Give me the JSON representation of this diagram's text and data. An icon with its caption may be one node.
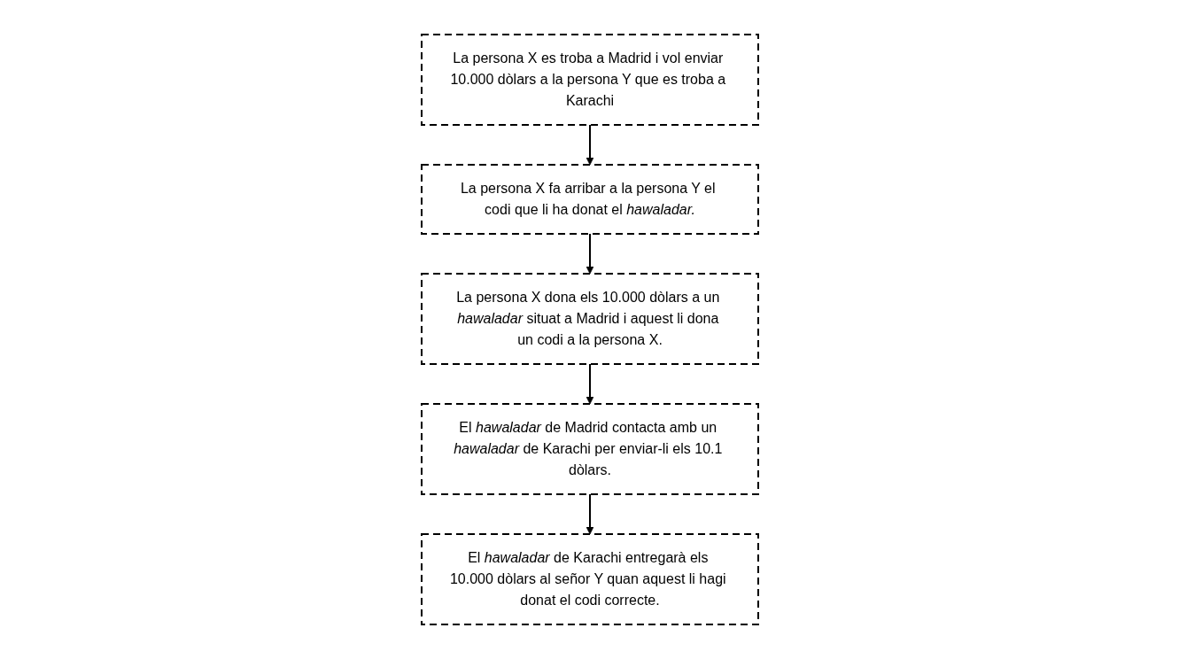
{
  "diagram": {
    "nodes": [
      {
        "text": [
          "La persona X es troba a Madrid i vol enviar 10.000 dòlars a la persona Y que es troba a Karachi"
        ]
      },
      {
        "text": [
          "La persona X fa arribar a la persona Y el codi que li ha donat el *hawaladar.*"
        ]
      },
      {
        "text": [
          "La persona X dona els 10.000 dòlars a un *hawaladar* situat a Madrid i aquest li dona un codi a la persona X."
        ]
      },
      {
        "text": [
          "El *hawaladar* de Madrid contacta amb un *hawaladar* de Karachi per enviar-li els 10.1 dòlars."
        ]
      },
      {
        "text": [
          "El *hawaladar* de Karachi entregarà els 10.000 dòlars al señor Y quan aquest li hagi donat el codi correcte."
        ]
      }
    ],
    "edges": [
      {
        "from": 0,
        "to": 1,
        "arrow": "to"
      },
      {
        "from": 1,
        "to": 2,
        "arrow": "to"
      },
      {
        "from": 2,
        "to": 3,
        "arrow": "to"
      },
      {
        "from": 3,
        "to": 4,
        "arrow": "to"
      }
    ]
  }
}
